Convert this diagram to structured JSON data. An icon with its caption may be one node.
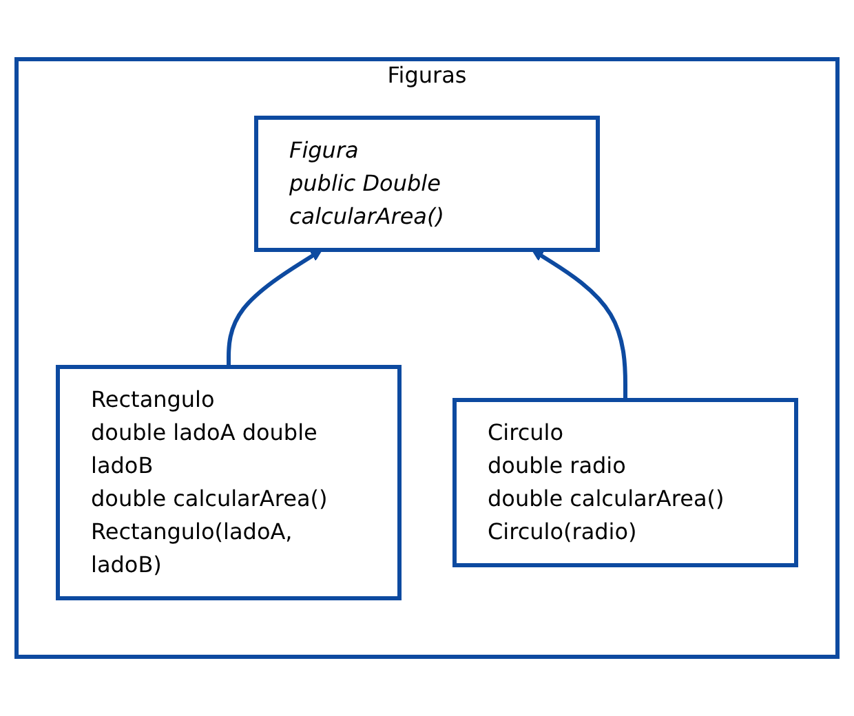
{
  "diagram": {
    "nodes": [
      {
        "text": [
          "Figuras"
        ]
      },
      {
        "text": [
          "Figura",
          "public Double calcularArea()"
        ],
        "in": 0
      },
      {
        "text": [
          "Rectangulo",
          "double ladoA double ladoB",
          "double calcularArea() Rectangulo(ladoA, ladoB)"
        ],
        "in": 0
      },
      {
        "text": [
          "Circulo",
          "double radio",
          "double calcularArea() Circulo(radio)"
        ],
        "in": 0
      }
    ],
    "edges": [
      {
        "from": 2,
        "to": 1,
        "arrow": "to"
      },
      {
        "from": 3,
        "to": 1,
        "arrow": "to"
      }
    ]
  }
}
